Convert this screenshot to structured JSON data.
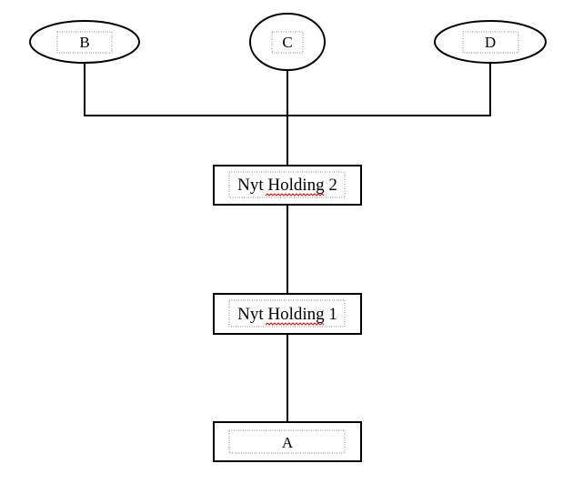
{
  "diagram": {
    "owners": [
      {
        "id": "B",
        "label": "B"
      },
      {
        "id": "C",
        "label": "C"
      },
      {
        "id": "D",
        "label": "D"
      }
    ],
    "holding2": {
      "label": "Nyt Holding 2"
    },
    "holding1": {
      "label": "Nyt Holding 1"
    },
    "company": {
      "label": "A"
    }
  }
}
